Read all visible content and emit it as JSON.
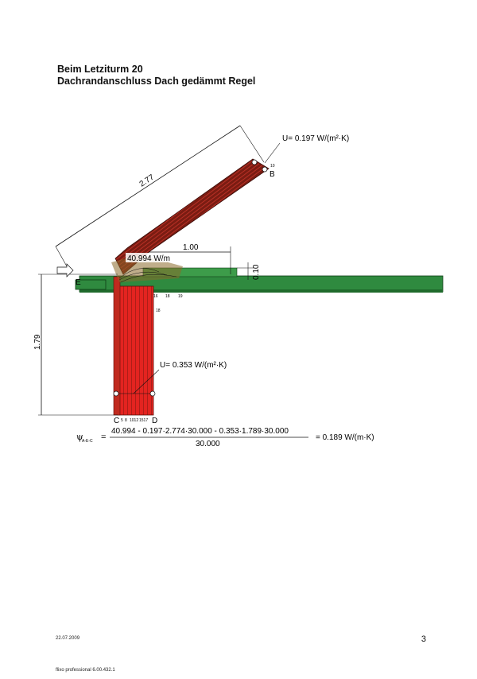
{
  "header": {
    "title_line1": "Beim Letziturm 20",
    "title_line2": "Dachrandanschluss Dach gedämmt Regel"
  },
  "diagram": {
    "dimensions": {
      "roof_length": "2.77",
      "horizontal": "1.00",
      "thickness": "0.10",
      "wall_height": "1.79"
    },
    "u_values": {
      "roof": "U= 0.197 W/(m²·K)",
      "wall": "U= 0.353 W/(m²·K)"
    },
    "heat_flow": "40.994 W/m",
    "points": {
      "B": "B",
      "C": "C",
      "D": "D",
      "E": "E"
    },
    "small_labels": [
      "10",
      "16",
      "18",
      "19",
      "18",
      "5",
      "8",
      "1012",
      "1517"
    ],
    "formula": {
      "psi": "ψ",
      "psi_sub": "A-E-C",
      "equals": "=",
      "numerator": "40.994  -  0.197·2.774·30.000  -  0.353·1.789·30.000",
      "denominator": "30.000",
      "result": "=  0.189 W/(m·K)"
    },
    "colors": {
      "wall": "#e32420",
      "roof": "#7a1c12",
      "slab": "#2f8a3f",
      "line": "#111111"
    }
  },
  "footer": {
    "date": "22.07.2009",
    "page": "3",
    "software": "flixo professional 6.00.432.1"
  }
}
